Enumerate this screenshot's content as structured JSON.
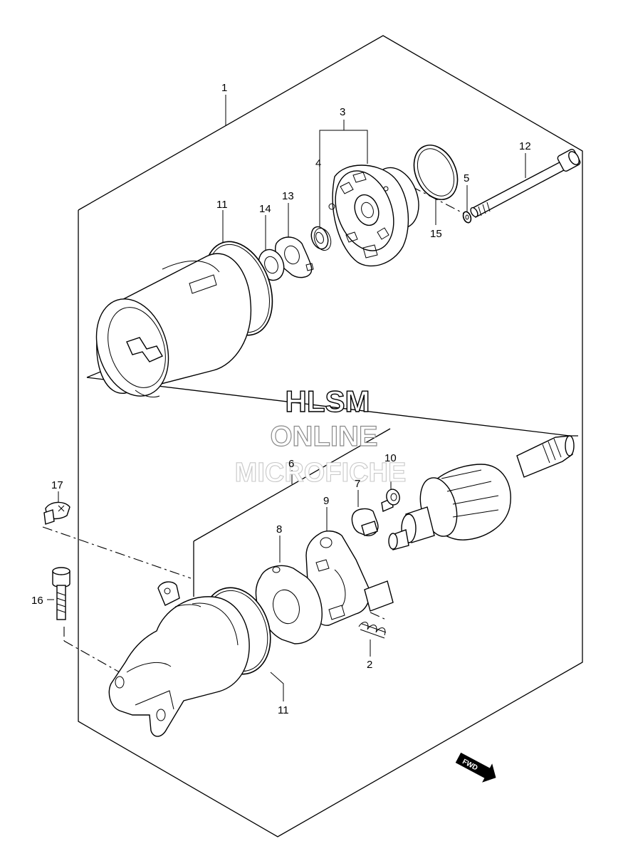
{
  "watermark": {
    "line1": "HLSM",
    "line2": "ONLINE",
    "line3": "MICROFICHE"
  },
  "direction_badge": "FWD",
  "callouts": [
    {
      "id": "c1",
      "label": "1"
    },
    {
      "id": "c3",
      "label": "3"
    },
    {
      "id": "c4",
      "label": "4"
    },
    {
      "id": "c12",
      "label": "12"
    },
    {
      "id": "c5",
      "label": "5"
    },
    {
      "id": "c15",
      "label": "15"
    },
    {
      "id": "c11a",
      "label": "11"
    },
    {
      "id": "c14",
      "label": "14"
    },
    {
      "id": "c13",
      "label": "13"
    },
    {
      "id": "c6",
      "label": "6"
    },
    {
      "id": "c10",
      "label": "10"
    },
    {
      "id": "c7",
      "label": "7"
    },
    {
      "id": "c9",
      "label": "9"
    },
    {
      "id": "c8",
      "label": "8"
    },
    {
      "id": "c17",
      "label": "17"
    },
    {
      "id": "c16",
      "label": "16"
    },
    {
      "id": "c2",
      "label": "2"
    },
    {
      "id": "c11b",
      "label": "11"
    }
  ]
}
